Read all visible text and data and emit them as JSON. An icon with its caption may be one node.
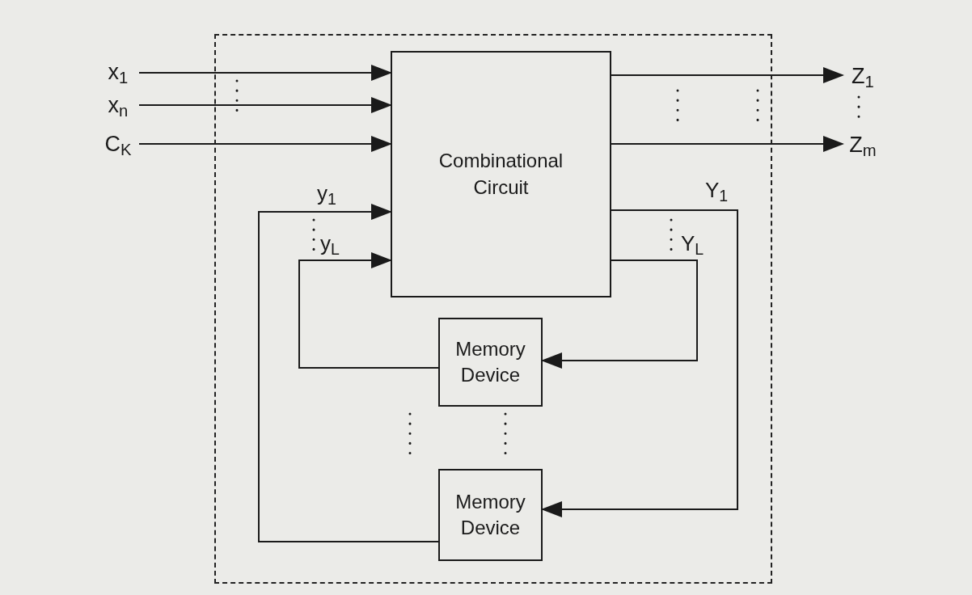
{
  "diagram": {
    "nodes": [
      {
        "text": [],
        "shape": "box"
      },
      {
        "text": [
          "x$_{1}$"
        ]
      },
      {
        "text": [
          "x$_{n}$"
        ]
      },
      {
        "text": [
          "C$_{K}$"
        ]
      },
      {
        "text": [
          "Combinational Circuit"
        ],
        "in": 0
      },
      {
        "text": [
          "Memory Device"
        ],
        "in": 0
      },
      {
        "text": [
          "Memory Device"
        ],
        "in": 0
      },
      {
        "text": [
          "Z$_{1}$"
        ]
      },
      {
        "text": [
          "Z$_{m}$"
        ]
      }
    ],
    "edges": [
      {
        "from": 1,
        "to": 4,
        "arrow": "to"
      },
      {
        "from": 2,
        "to": 4,
        "arrow": "to"
      },
      {
        "from": 3,
        "to": 4,
        "arrow": "to"
      },
      {
        "from": 4,
        "to": 7,
        "arrow": "to"
      },
      {
        "from": 4,
        "to": 8,
        "arrow": "to"
      },
      {
        "from": 4,
        "to": 6,
        "arrow": "to",
        "label": "Y$_{1}$"
      },
      {
        "from": 4,
        "to": 5,
        "arrow": "to",
        "label": "Y$_{L}$"
      },
      {
        "from": 6,
        "to": 4,
        "arrow": "to",
        "label": "y$_{1}$"
      },
      {
        "from": 5,
        "to": 4,
        "arrow": "to",
        "label": "y$_{L}$"
      }
    ]
  }
}
